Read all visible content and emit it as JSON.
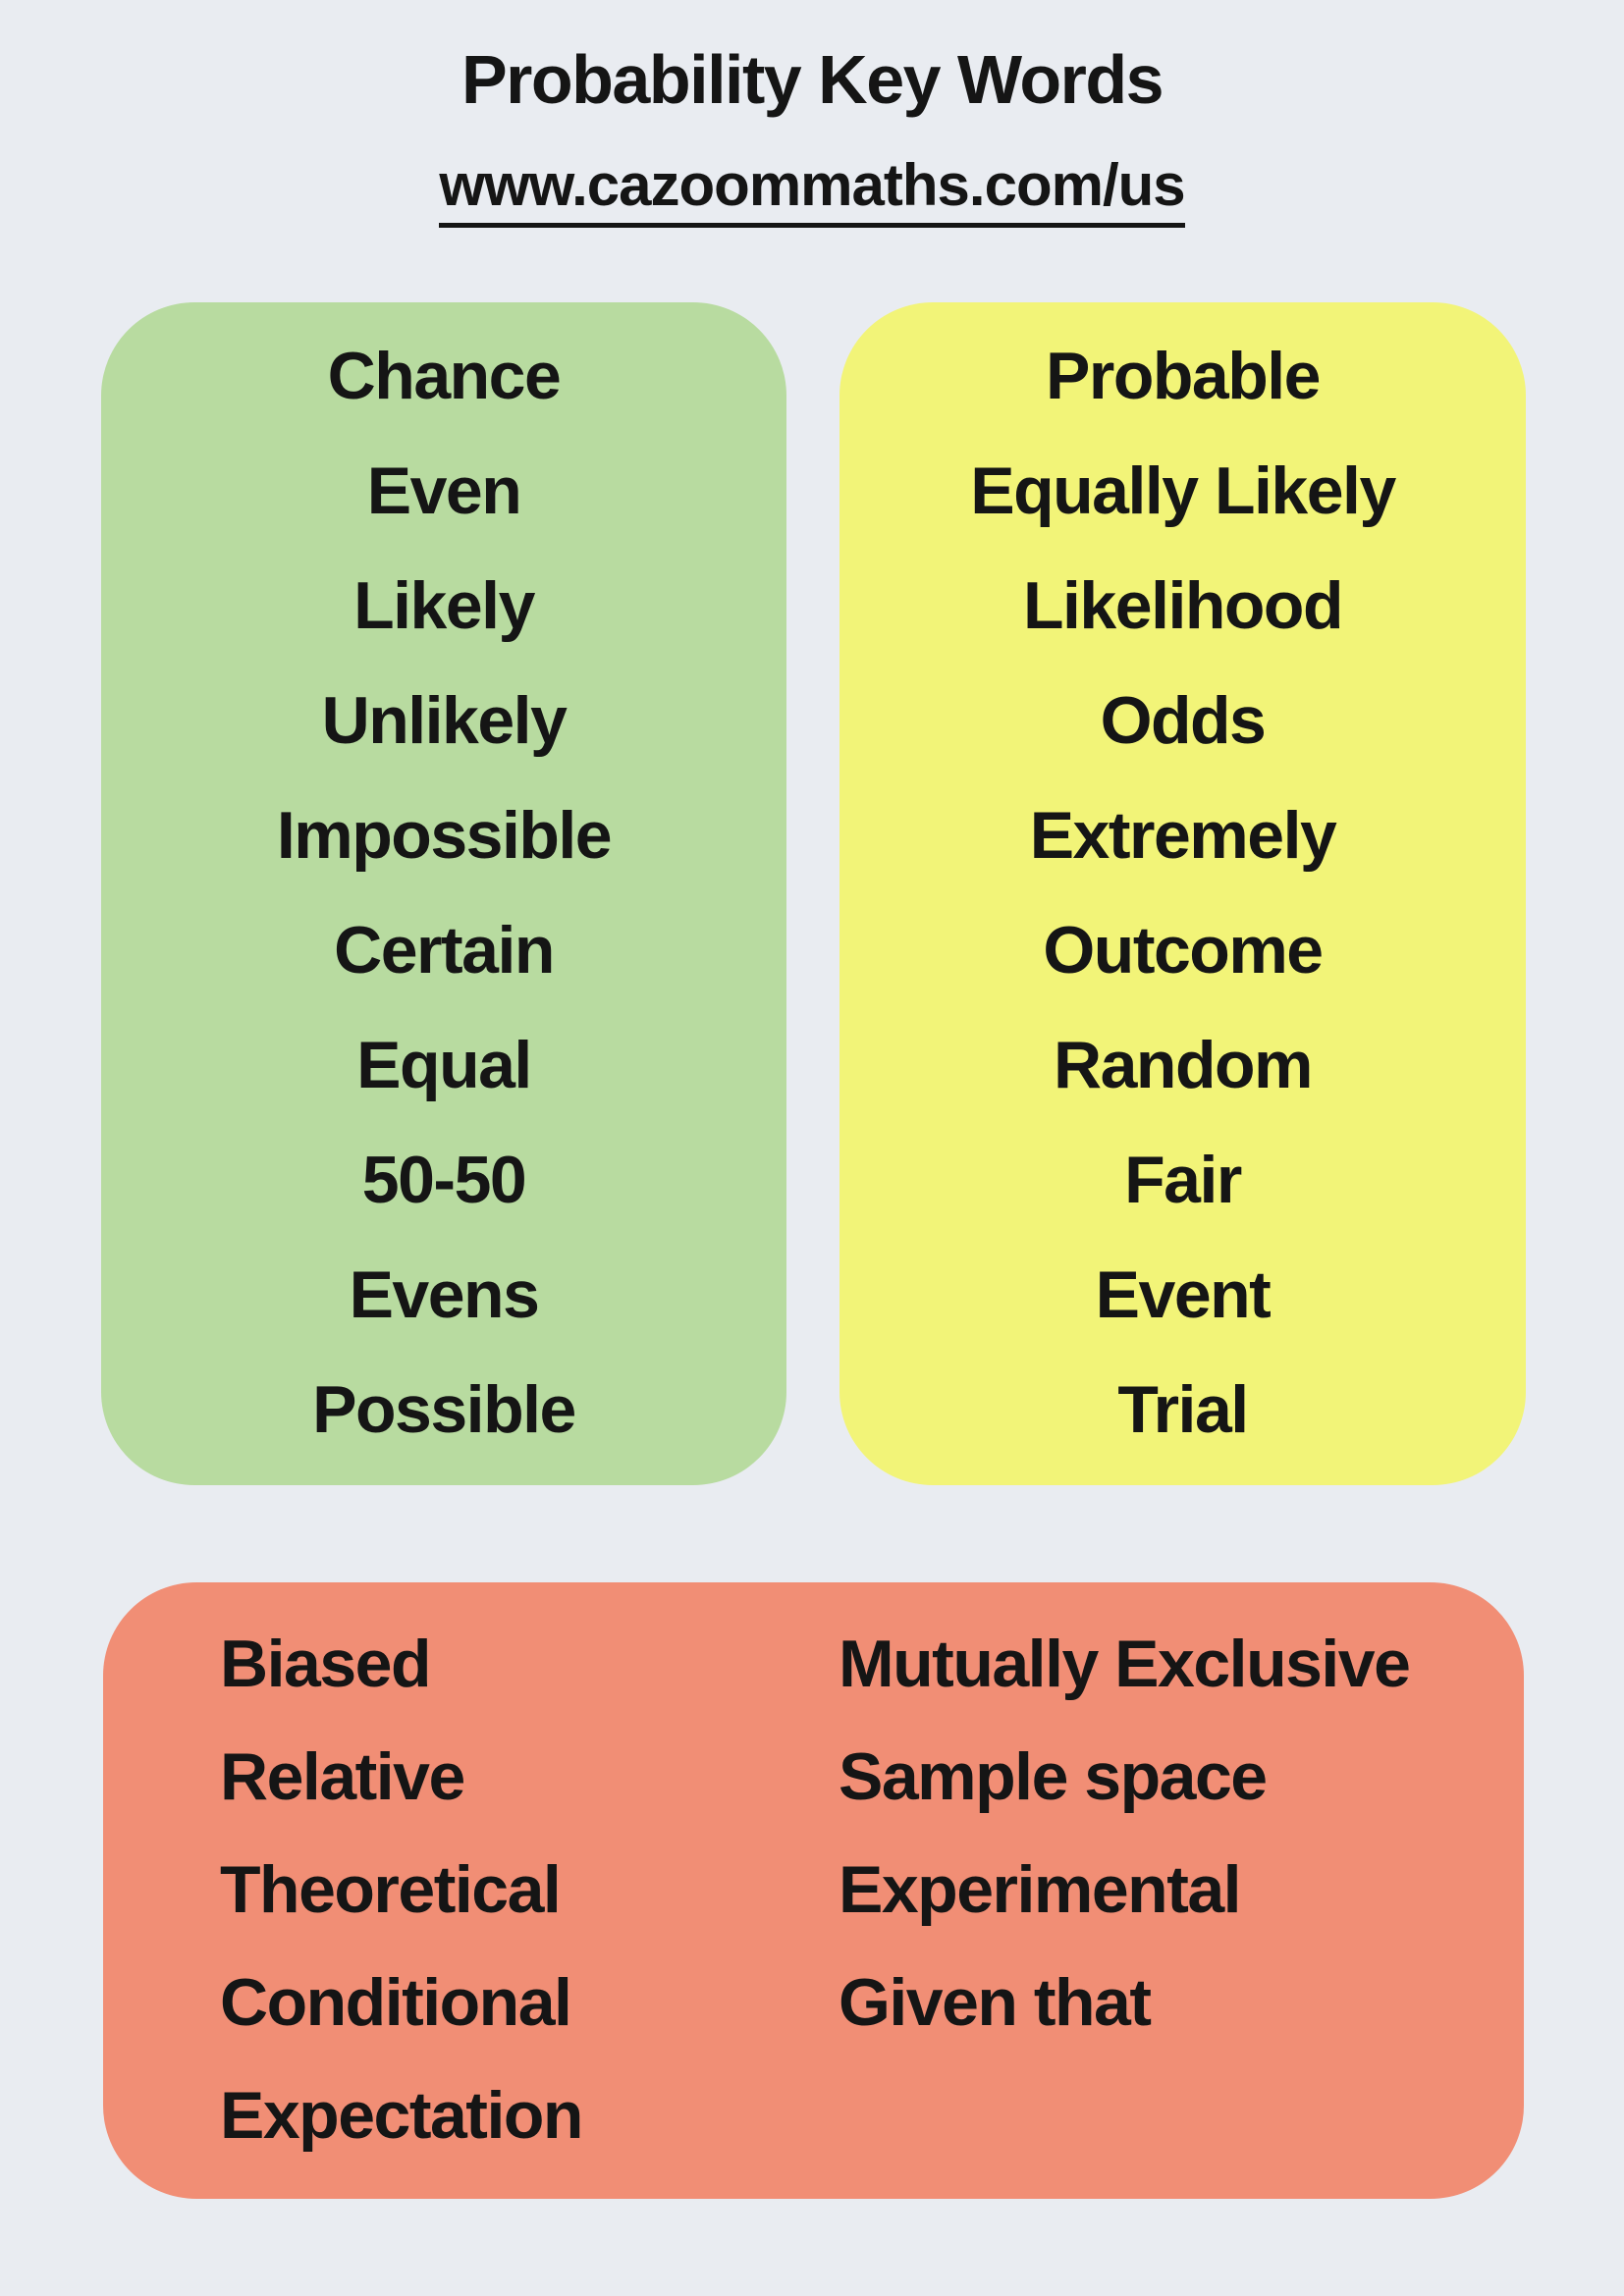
{
  "header": {
    "title": "Probability Key Words",
    "website": "www.cazoommaths.com/us"
  },
  "colors": {
    "bg": "#e9ecf1",
    "green": "#b8dba0",
    "yellow": "#f2f478",
    "salmon": "#f18e75",
    "ink": "#151515"
  },
  "boxes": {
    "basic": {
      "color": "#b8dba0",
      "words": [
        "Chance",
        "Even",
        "Likely",
        "Unlikely",
        "Impossible",
        "Certain",
        "Equal",
        "50-50",
        "Evens",
        "Possible"
      ]
    },
    "intermediate": {
      "color": "#f2f478",
      "words": [
        "Probable",
        "Equally Likely",
        "Likelihood",
        "Odds",
        "Extremely",
        "Outcome",
        "Random",
        "Fair",
        "Event",
        "Trial"
      ]
    },
    "advanced": {
      "color": "#f18e75",
      "left_words": [
        "Biased",
        "Relative",
        "Theoretical",
        "Conditional",
        "Expectation"
      ],
      "right_words": [
        "Mutually Exclusive",
        "Sample space",
        "Experimental",
        "Given that"
      ]
    }
  }
}
